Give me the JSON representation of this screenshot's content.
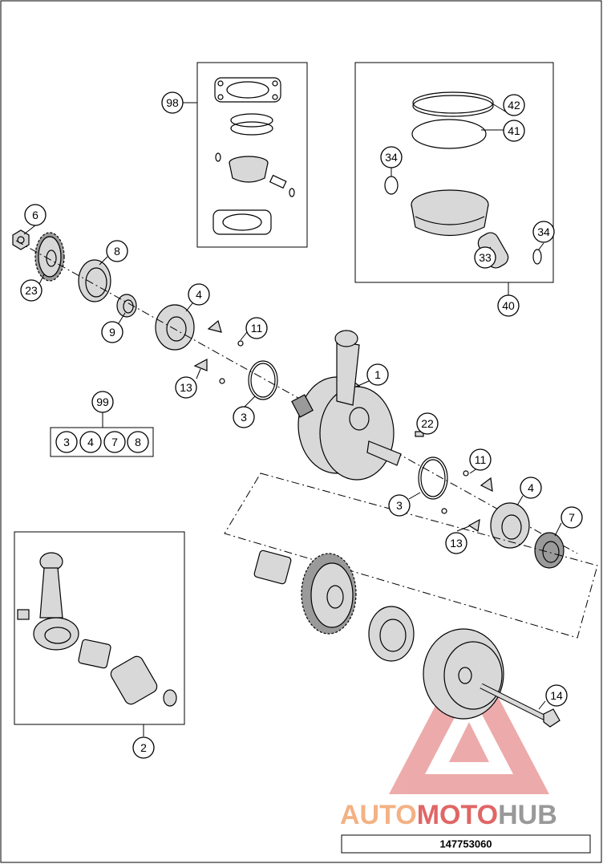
{
  "diagram": {
    "document_number": "147753060",
    "watermark": {
      "part1": "AUTO",
      "part2": "MOTO",
      "part3": "HUB",
      "color1": "#f4b183",
      "color2": "#e06666",
      "color3": "#999999"
    },
    "callouts": {
      "c98": "98",
      "c42": "42",
      "c41": "41",
      "c34a": "34",
      "c34b": "34",
      "c33": "33",
      "c40": "40",
      "c6": "6",
      "c8": "8",
      "c23": "23",
      "c9": "9",
      "c4a": "4",
      "c11a": "11",
      "c13a": "13",
      "c1": "1",
      "c3a": "3",
      "c99": "99",
      "c22": "22",
      "c11b": "11",
      "c3b": "3",
      "c4b": "4",
      "c7": "7",
      "c13b": "13",
      "c14": "14",
      "c2": "2"
    },
    "kit99": [
      "3",
      "4",
      "7",
      "8"
    ]
  }
}
